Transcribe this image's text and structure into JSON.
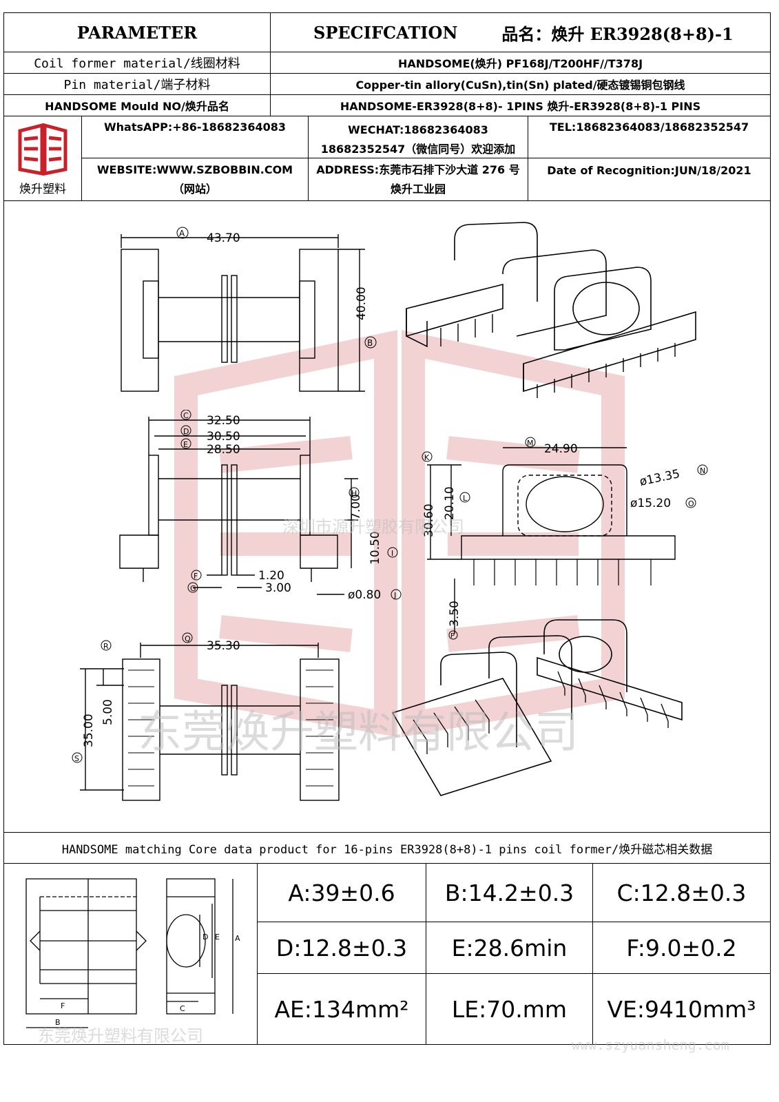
{
  "header": {
    "parameter": "PARAMETER",
    "specification": "SPECIFCATION",
    "product_name": "品名：焕升 ER3928(8+8)-1"
  },
  "params": [
    {
      "label": "Coil former material/线圈材料",
      "value": "HANDSOME(焕升)  PF168J/T200HF//T378J"
    },
    {
      "label": "Pin material/端子材料",
      "value": "Copper-tin allory(CuSn),tin(Sn) plated/硬态镀锡铜包钢线"
    },
    {
      "label": "HANDSOME Mould NO/焕升品名",
      "value": "HANDSOME-ER3928(8+8)- 1PINS   焕升-ER3928(8+8)-1 PINS"
    }
  ],
  "company": {
    "logo_text": "焕升塑料",
    "whatsapp": "WhatsAPP:+86-18682364083",
    "wechat": "WECHAT:18682364083",
    "wechat_note": "18682352547（微信同号）欢迎添加",
    "tel": "TEL:18682364083/18682352547",
    "website": "WEBSITE:WWW.SZBOBBIN.COM（网站）",
    "address": "ADDRESS:东莞市石排下沙大道 276 号焕升工业园",
    "date": "Date of Recognition:JUN/18/2021"
  },
  "drawing": {
    "dims": {
      "A": "43.70",
      "B": "40.00",
      "C": "32.50",
      "D": "30.50",
      "E": "28.50",
      "F": "1.20",
      "G": "3.00",
      "H": "7.00",
      "I": "10.50",
      "J": "ø0.80",
      "K": "30.60",
      "L": "20.10",
      "M": "24.90",
      "N": "ø13.35",
      "O": "ø15.20",
      "P": "3.50",
      "Q": "35.30",
      "R": "5.00",
      "S": "35.00"
    },
    "letters": [
      "A",
      "B",
      "C",
      "D",
      "E",
      "F",
      "G",
      "H",
      "I",
      "J",
      "K",
      "L",
      "M",
      "N",
      "O",
      "P",
      "Q",
      "R",
      "S"
    ],
    "watermark_1": "深圳市源升塑胶有限公司",
    "watermark_2": "东莞焕升塑料有限公司"
  },
  "core": {
    "title": "HANDSOME matching Core data  product for 16-pins ER3928(8+8)-1 pins coil former/焕升磁芯相关数据",
    "values": [
      [
        "A:39±0.6",
        "B:14.2±0.3",
        "C:12.8±0.3"
      ],
      [
        "D:12.8±0.3",
        "E:28.6min",
        "F:9.0±0.2"
      ],
      [
        "AE:134mm²",
        "LE:70.mm",
        "VE:9410mm³"
      ]
    ],
    "sketch_letters": [
      "A",
      "B",
      "C",
      "D",
      "E",
      "F"
    ],
    "watermark": "东莞焕升塑料有限公司",
    "url": "www.szyuansheng.com"
  },
  "colors": {
    "logo_red": "#c8212a",
    "watermark_red": "#f2d2d2"
  }
}
